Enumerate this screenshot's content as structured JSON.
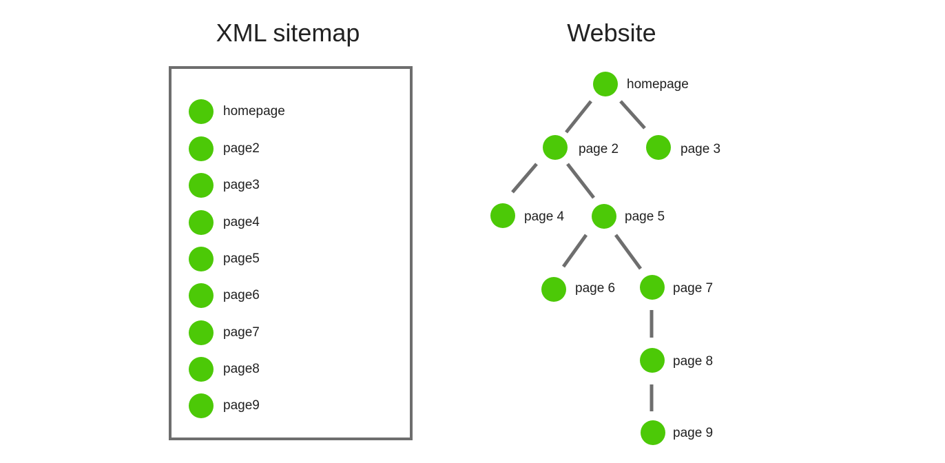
{
  "xml_sitemap": {
    "title": "XML sitemap",
    "items": [
      "homepage",
      "page2",
      "page3",
      "page4",
      "page5",
      "page6",
      "page7",
      "page8",
      "page9"
    ]
  },
  "website": {
    "title": "Website",
    "nodes": [
      {
        "id": "n1",
        "label": "homepage"
      },
      {
        "id": "n2",
        "label": "page 2"
      },
      {
        "id": "n3",
        "label": "page 3"
      },
      {
        "id": "n4",
        "label": "page 4"
      },
      {
        "id": "n5",
        "label": "page 5"
      },
      {
        "id": "n6",
        "label": "page 6"
      },
      {
        "id": "n7",
        "label": "page 7"
      },
      {
        "id": "n8",
        "label": "page 8"
      },
      {
        "id": "n9",
        "label": "page 9"
      }
    ],
    "edges": [
      {
        "from": "n1",
        "to": "n2"
      },
      {
        "from": "n1",
        "to": "n3"
      },
      {
        "from": "n2",
        "to": "n4"
      },
      {
        "from": "n2",
        "to": "n5"
      },
      {
        "from": "n5",
        "to": "n6"
      },
      {
        "from": "n5",
        "to": "n7"
      },
      {
        "from": "n7",
        "to": "n8"
      },
      {
        "from": "n8",
        "to": "n9"
      }
    ]
  },
  "colors": {
    "node": "#4cc907",
    "line": "#6e6e6e"
  }
}
